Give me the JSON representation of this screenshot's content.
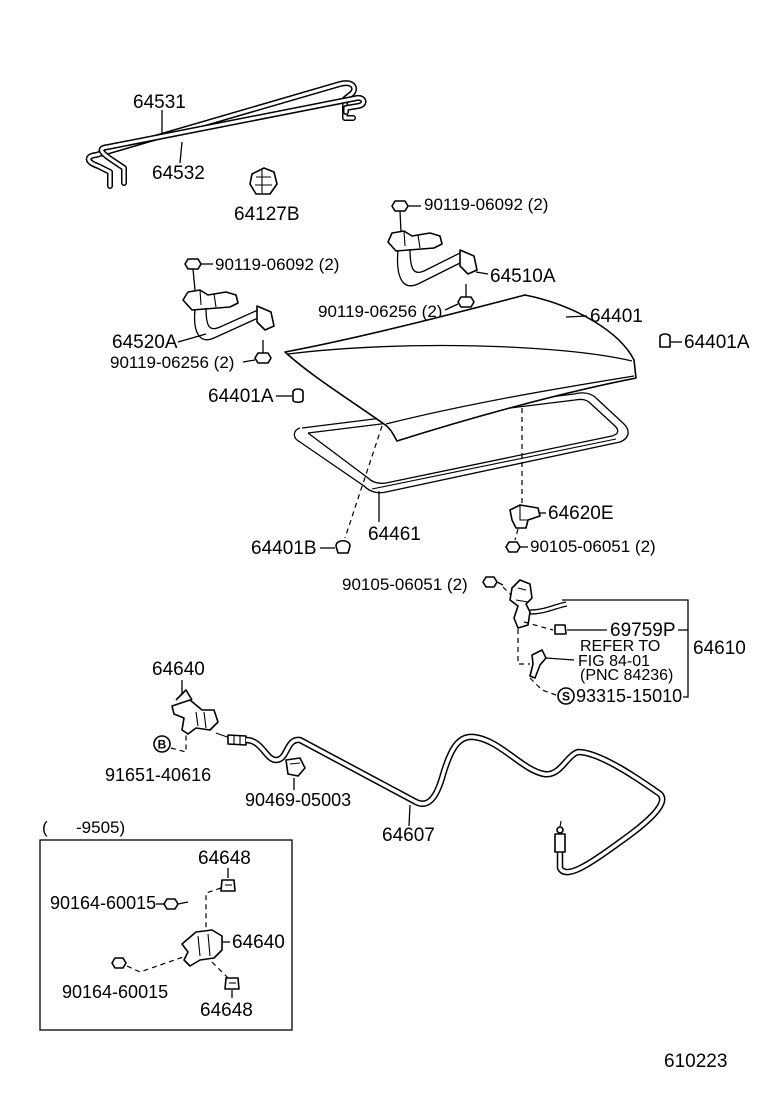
{
  "colors": {
    "line": "#000000",
    "background": "#ffffff"
  },
  "labels": {
    "torsion_bar_a": "64531",
    "torsion_bar_b": "64532",
    "clip": "64127B",
    "bolt_hinge_r_top": "90119-06092 (2)",
    "bolt_hinge_l_top": "90119-06092 (2)",
    "hinge_r": "64510A",
    "bolt_hinge_r_lower": "90119-06256 (2)",
    "lid": "64401",
    "cushion_r": "64401A",
    "hinge_l": "64520A",
    "bolt_hinge_l_lower": "90119-06256 (2)",
    "cushion_l": "64401A",
    "striker": "64620E",
    "weatherstrip": "64461",
    "cushion_lower": "64401B",
    "bolt_striker": "90105-06051 (2)",
    "bolt_lock": "90105-06051 (2)",
    "lock_sub_part": "69759P",
    "refer_line1": "REFER TO",
    "refer_line2": "FIG 84-01",
    "refer_line3": "(PNC 84236)",
    "lock_assy": "64610",
    "screw_s": "93315-15010",
    "marker_s": "S",
    "opener": "64640",
    "marker_b": "B",
    "screw_b": "91651-40616",
    "clamp": "90469-05003",
    "cable": "64607",
    "inset_range": "(      -9505)",
    "inset_clip_top": "64648",
    "inset_bolt_top": "90164-60015",
    "inset_opener": "64640",
    "inset_bolt_bottom": "90164-60015",
    "inset_clip_bottom": "64648",
    "illustration_no": "610223"
  }
}
